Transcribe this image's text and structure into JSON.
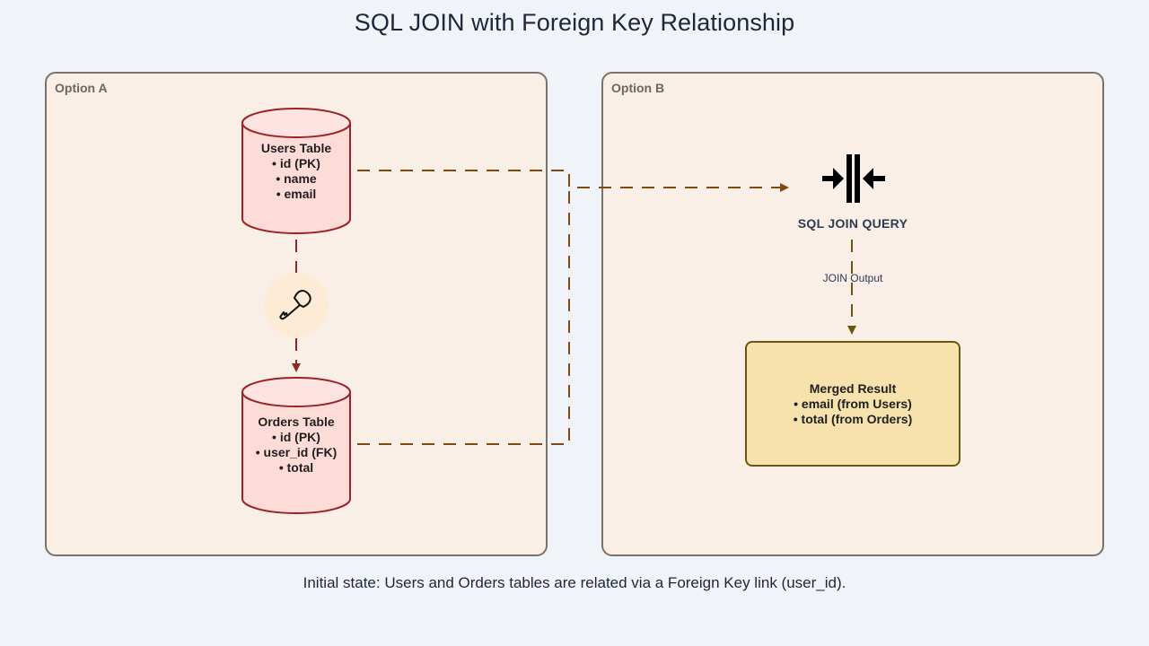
{
  "title": "SQL JOIN with Foreign Key Relationship",
  "panels": {
    "a": {
      "label": "Option A"
    },
    "b": {
      "label": "Option B"
    }
  },
  "nodes": {
    "users": {
      "title": "Users Table",
      "fields": [
        "• id (PK)",
        "• name",
        "• email"
      ],
      "icon": "database-cylinder"
    },
    "orders": {
      "title": "Orders Table",
      "fields": [
        "• id (PK)",
        "• user_id (FK)",
        "• total"
      ],
      "icon": "database-cylinder"
    },
    "key": {
      "icon": "key-icon"
    },
    "join": {
      "label": "SQL JOIN QUERY",
      "icon": "merge-arrows-icon"
    },
    "merged": {
      "title": "Merged Result",
      "fields": [
        "• email (from Users)",
        "• total (from Orders)"
      ]
    }
  },
  "edges": {
    "join_output_label": "JOIN Output"
  },
  "colors": {
    "background": "#f0f3f8",
    "panel_fill": "#f9efe6",
    "panel_border": "#7a716b",
    "table_fill": "#fddcd8",
    "table_stroke": "#9b2226",
    "fk_edge": "#8b2a23",
    "join_edge": "#7f4a10",
    "output_edge": "#6b5512",
    "merged_fill": "#f7e1ad",
    "key_circle": "#fdebd6"
  },
  "caption": "Initial state: Users and Orders tables are related via a Foreign Key link (user_id)."
}
